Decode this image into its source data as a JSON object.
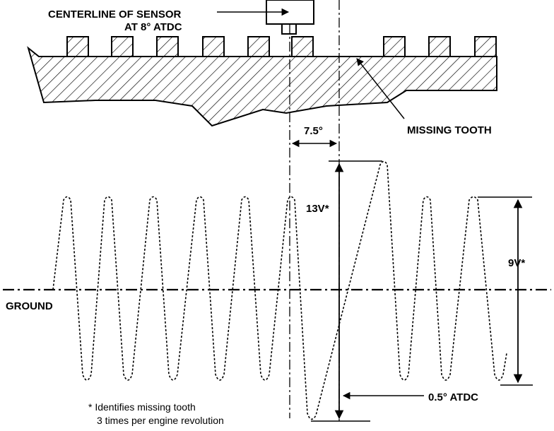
{
  "labels": {
    "sensor_line1": "CENTERLINE OF SENSOR",
    "sensor_line2": "AT 8° ATDC",
    "missing_tooth": "MISSING TOOTH",
    "angle_75": "7.5°",
    "v13": "13V*",
    "v9": "9V*",
    "ground": "GROUND",
    "atdc05": "0.5° ATDC",
    "footnote_line1": "* Identifies missing tooth",
    "footnote_line2": "3 times per engine revolution"
  },
  "colors": {
    "ink": "#000000",
    "paper": "#ffffff"
  }
}
